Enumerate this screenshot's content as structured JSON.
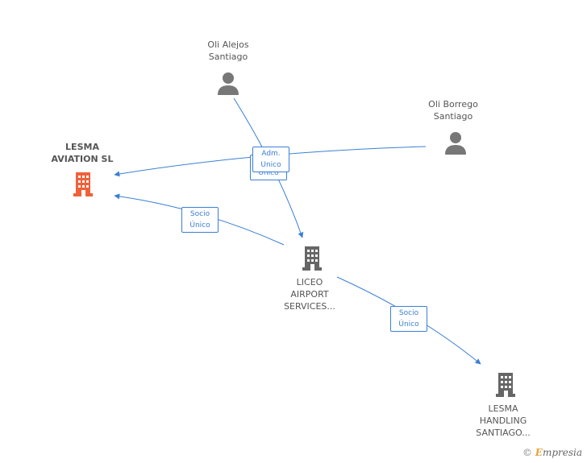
{
  "nodes": {
    "lesma_aviation": {
      "lines": [
        "LESMA",
        "AVIATION SL"
      ],
      "type": "company",
      "color": "#f0613a"
    },
    "oli_alejos": {
      "lines": [
        "Oli Alejos",
        "Santiago"
      ],
      "type": "person",
      "color": "#777777"
    },
    "oli_borrego": {
      "lines": [
        "Oli Borrego",
        "Santiago"
      ],
      "type": "person",
      "color": "#777777"
    },
    "liceo": {
      "lines": [
        "LICEO",
        "AIRPORT",
        "SERVICES..."
      ],
      "type": "company",
      "color": "#666666"
    },
    "lesma_handling": {
      "lines": [
        "LESMA",
        "HANDLING",
        "SANTIAGO..."
      ],
      "type": "company",
      "color": "#666666"
    }
  },
  "edges": {
    "adm_unico": {
      "lines": [
        "Adm.",
        "Unico"
      ]
    },
    "unico_back": {
      "lines": [
        "",
        "Unico"
      ]
    },
    "socio_1": {
      "lines": [
        "Socio",
        "Único"
      ]
    },
    "socio_2": {
      "lines": [
        "Socio",
        "Único"
      ]
    }
  },
  "edge_color": "#3b7fd4",
  "brand": {
    "copyright": "©",
    "e": "E",
    "rest": "mpresia"
  }
}
